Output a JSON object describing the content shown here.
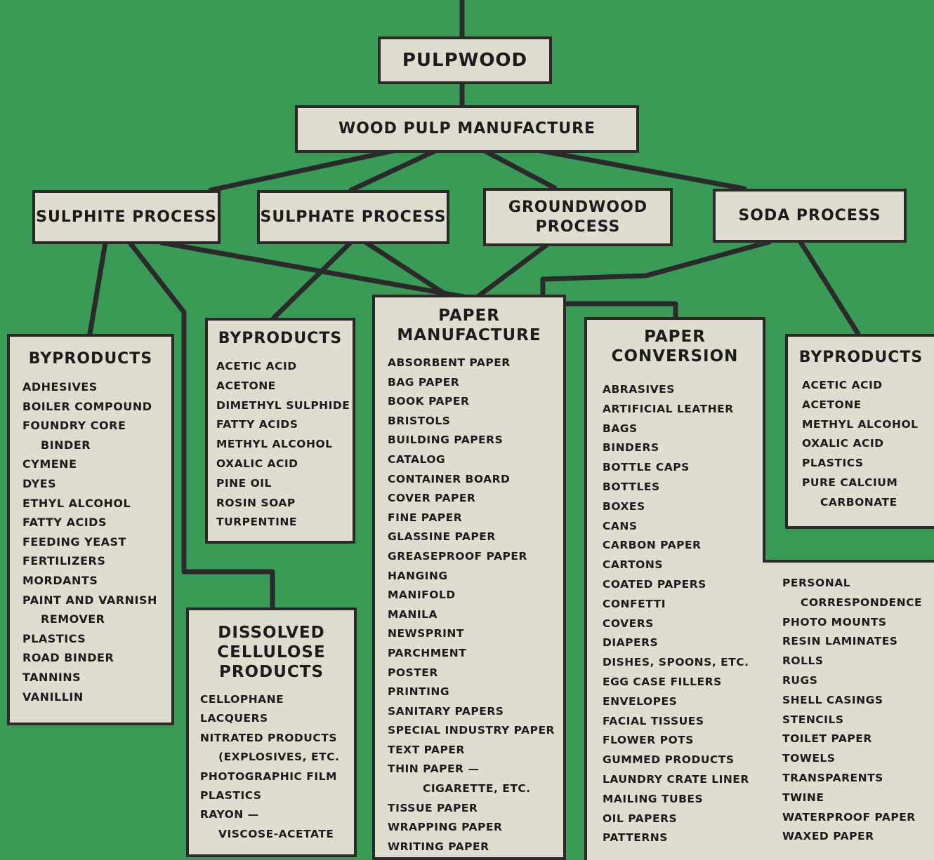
{
  "top": {
    "pulpwood": "PULPWOOD",
    "manufacture": "WOOD PULP MANUFACTURE"
  },
  "processes": {
    "sulphite": "SULPHITE PROCESS",
    "sulphate": "SULPHATE PROCESS",
    "groundwood_line1": "GROUNDWOOD",
    "groundwood_line2": "PROCESS",
    "soda": "SODA PROCESS"
  },
  "sulphite_byproducts": {
    "title": "BYPRODUCTS",
    "items": [
      "ADHESIVES",
      "BOILER COMPOUND",
      "FOUNDRY CORE",
      "BINDER",
      "CYMENE",
      "DYES",
      "ETHYL ALCOHOL",
      "FATTY ACIDS",
      "FEEDING YEAST",
      "FERTILIZERS",
      "MORDANTS",
      "PAINT AND VARNISH",
      "REMOVER",
      "PLASTICS",
      "ROAD BINDER",
      "TANNINS",
      "VANILLIN"
    ]
  },
  "sulphate_byproducts": {
    "title": "BYPRODUCTS",
    "items": [
      "ACETIC ACID",
      "ACETONE",
      "DIMETHYL SULPHIDE",
      "FATTY ACIDS",
      "METHYL ALCOHOL",
      "OXALIC ACID",
      "PINE OIL",
      "ROSIN SOAP",
      "TURPENTINE"
    ]
  },
  "dissolved": {
    "title_line1": "DISSOLVED",
    "title_line2": "CELLULOSE",
    "title_line3": "PRODUCTS",
    "items": [
      "CELLOPHANE",
      "LACQUERS",
      "NITRATED PRODUCTS",
      "(EXPLOSIVES, ETC.",
      "PHOTOGRAPHIC FILM",
      "PLASTICS",
      "RAYON —",
      "VISCOSE-ACETATE"
    ]
  },
  "paper_manufacture": {
    "title_line1": "PAPER",
    "title_line2": "MANUFACTURE",
    "items": [
      "ABSORBENT PAPER",
      "BAG PAPER",
      "BOOK PAPER",
      "BRISTOLS",
      "BUILDING PAPERS",
      "CATALOG",
      "CONTAINER BOARD",
      "COVER PAPER",
      "FINE PAPER",
      "GLASSINE PAPER",
      "GREASEPROOF PAPER",
      "HANGING",
      "MANIFOLD",
      "MANILA",
      "NEWSPRINT",
      "PARCHMENT",
      "POSTER",
      "PRINTING",
      "SANITARY PAPERS",
      "SPECIAL INDUSTRY PAPER",
      "TEXT PAPER",
      "THIN PAPER —",
      "CIGARETTE, ETC.",
      "TISSUE PAPER",
      "WRAPPING PAPER",
      "WRITING PAPER"
    ]
  },
  "paper_conversion": {
    "title_line1": "PAPER",
    "title_line2": "CONVERSION",
    "items_col1": [
      "ABRASIVES",
      "ARTIFICIAL LEATHER",
      "BAGS",
      "BINDERS",
      "BOTTLE CAPS",
      "BOTTLES",
      "BOXES",
      "CANS",
      "CARBON PAPER",
      "CARTONS",
      "COATED PAPERS",
      "CONFETTI",
      "COVERS",
      "DIAPERS",
      "DISHES, SPOONS, ETC.",
      "EGG CASE FILLERS",
      "ENVELOPES",
      "FACIAL TISSUES",
      "FLOWER POTS",
      "GUMMED PRODUCTS",
      "LAUNDRY CRATE LINER",
      "MAILING TUBES",
      "OIL PAPERS",
      "PATTERNS"
    ],
    "items_col2": [
      "PERSONAL",
      "CORRESPONDENCE",
      "PHOTO MOUNTS",
      "RESIN LAMINATES",
      "ROLLS",
      "RUGS",
      "SHELL CASINGS",
      "STENCILS",
      "TOILET PAPER",
      "TOWELS",
      "TRANSPARENTS",
      "TWINE",
      "WATERPROOF PAPER",
      "WAXED PAPER"
    ]
  },
  "soda_byproducts": {
    "title": "BYPRODUCTS",
    "items": [
      "ACETIC ACID",
      "ACETONE",
      "METHYL ALCOHOL",
      "OXALIC ACID",
      "PLASTICS",
      "PURE CALCIUM",
      "CARBONATE"
    ]
  },
  "colors": {
    "background": "#3c9a58",
    "box": "#dfdcd0",
    "line": "#2a2a2a"
  }
}
